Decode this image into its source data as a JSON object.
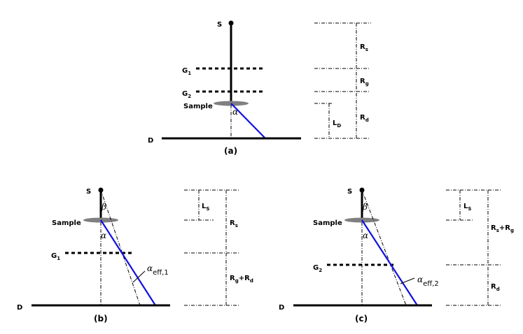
{
  "panels": {
    "a": {
      "caption": "(a)",
      "source": "S",
      "grating1_main": "G",
      "grating1_sub": "1",
      "grating2_main": "G",
      "grating2_sub": "2",
      "sample": "Sample",
      "detector": "D",
      "angle": "α",
      "rs_main": "R",
      "rs_sub": "s",
      "rg_main": "R",
      "rg_sub": "g",
      "rd_main": "R",
      "rd_sub": "d",
      "ld_main": "L",
      "ld_sub": "D"
    },
    "b": {
      "caption": "(b)",
      "source": "S",
      "sample": "Sample",
      "grating_main": "G",
      "grating_sub": "1",
      "detector": "D",
      "beta": "β",
      "alpha": "α",
      "alpha_eff": "α",
      "alpha_eff_sub": "eff,1",
      "ls_main": "L",
      "ls_sub": "S",
      "rs_main": "R",
      "rs_sub": "s",
      "rgrd_p1": "R",
      "rgrd_s1": "g",
      "rgrd_p2": "+R",
      "rgrd_s2": "d"
    },
    "c": {
      "caption": "(c)",
      "source": "S",
      "sample": "Sample",
      "grating_main": "G",
      "grating_sub": "2",
      "detector": "D",
      "beta": "β",
      "alpha": "α",
      "alpha_eff": "α",
      "alpha_eff_sub": "eff,2",
      "ls_main": "L",
      "ls_sub": "S",
      "rsrg_p1": "R",
      "rsrg_s1": "s",
      "rsrg_p2": "+R",
      "rsrg_s2": "g",
      "rd_main": "R",
      "rd_sub": "d"
    }
  },
  "colors": {
    "beam": "#1010e0",
    "sample": "#808080",
    "lines": "#000000"
  }
}
